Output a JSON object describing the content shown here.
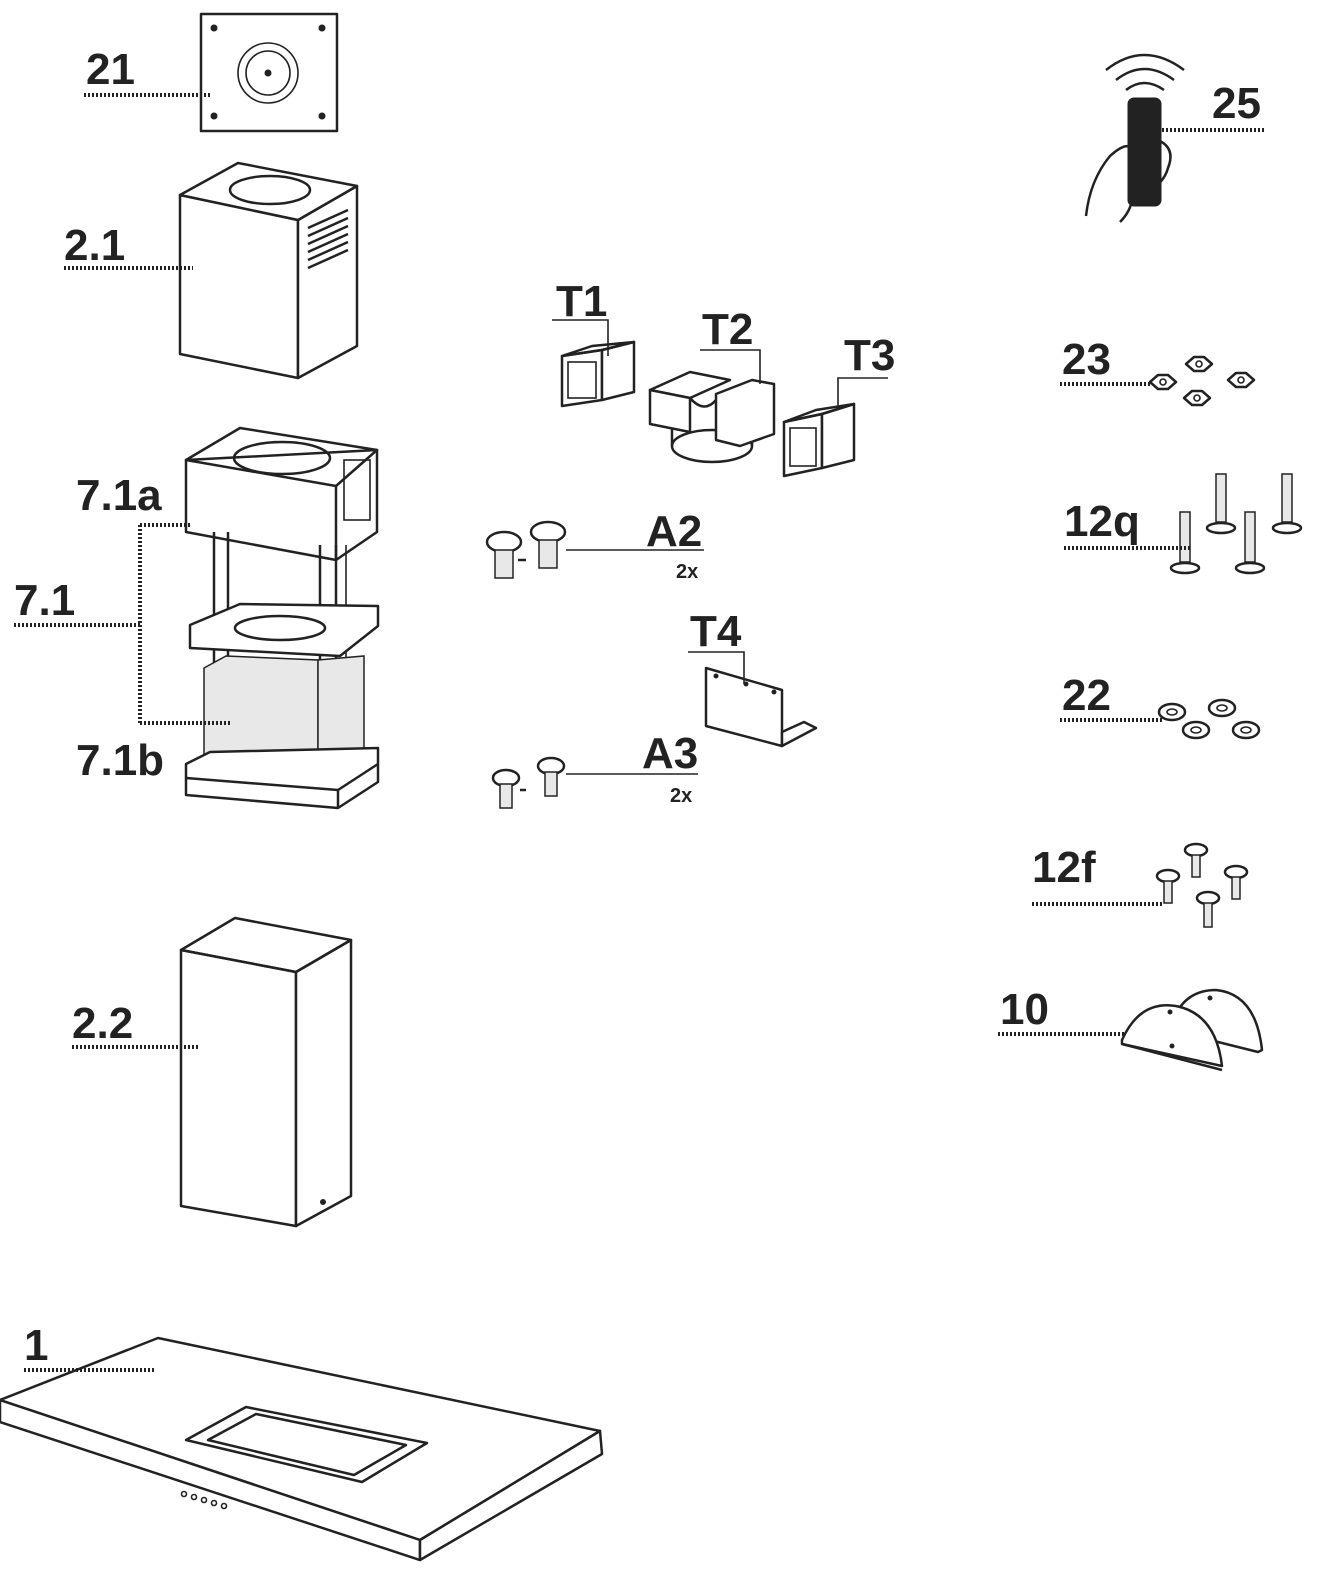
{
  "labels": {
    "l21": "21",
    "l2_1": "2.1",
    "l7_1a": "7.1a",
    "l7_1": "7.1",
    "l7_1b": "7.1b",
    "l2_2": "2.2",
    "l1": "1",
    "lT1": "T1",
    "lT2": "T2",
    "lT3": "T3",
    "lA2": "A2",
    "lA2q": "2x",
    "lT4": "T4",
    "lA3": "A3",
    "lA3q": "2x",
    "l25": "25",
    "l23": "23",
    "l12q": "12q",
    "l22": "22",
    "l12f": "12f",
    "l10": "10"
  }
}
